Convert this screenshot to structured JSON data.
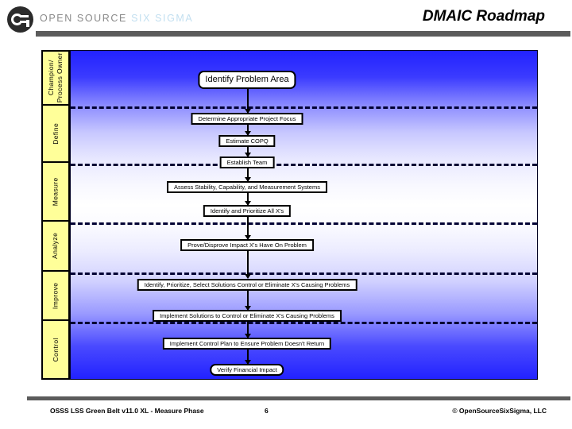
{
  "header": {
    "logo_icon": "open-source-six-sigma-logo-icon",
    "brand_primary": "OPEN SOURCE ",
    "brand_accent": "SIX SIGMA",
    "title": "DMAIC Roadmap"
  },
  "phases": [
    {
      "label": "Champion/\nProcess Owner",
      "name": "phase-champion-process-owner",
      "height": 70
    },
    {
      "label": "Define",
      "name": "phase-define",
      "height": 72
    },
    {
      "label": "Measure",
      "name": "phase-measure",
      "height": 74
    },
    {
      "label": "Analyze",
      "name": "phase-analyze",
      "height": 63
    },
    {
      "label": "Improve",
      "name": "phase-improve",
      "height": 62
    },
    {
      "label": "Control",
      "name": "phase-control",
      "height": 74
    }
  ],
  "flow": {
    "steps": [
      {
        "id": "identify-problem-area",
        "label": "Identify Problem Area"
      },
      {
        "id": "determine-project-focus",
        "label": "Determine Appropriate Project Focus"
      },
      {
        "id": "estimate-copq",
        "label": "Estimate COPQ"
      },
      {
        "id": "establish-team",
        "label": "Establish Team"
      },
      {
        "id": "assess-stability",
        "label": "Assess Stability, Capability, and Measurement Systems"
      },
      {
        "id": "identify-prioritize-xs",
        "label": "Identify and Prioritize All X's"
      },
      {
        "id": "prove-disprove-impact",
        "label": "Prove/Disprove Impact X's Have On Problem"
      },
      {
        "id": "select-solutions",
        "label": "Identify, Prioritize, Select Solutions Control or Eliminate X's Causing Problems"
      },
      {
        "id": "implement-solutions",
        "label": "Implement Solutions to Control or Eliminate X's Causing Problems"
      },
      {
        "id": "implement-control-plan",
        "label": "Implement Control Plan to Ensure Problem Doesn't Return"
      },
      {
        "id": "verify-financial-impact",
        "label": "Verify Financial Impact"
      }
    ]
  },
  "footer": {
    "left": "OSSS LSS Green Belt v11.0 XL - Measure Phase",
    "page": "6",
    "right": "© OpenSourceSixSigma, LLC"
  },
  "colors": {
    "phase_cell_fill": "#FFFF99",
    "panel_blue": "#2222FF",
    "brand_accent": "#C2DFF0",
    "rule_gray": "#5C5C5C",
    "box_border": "#000000"
  }
}
